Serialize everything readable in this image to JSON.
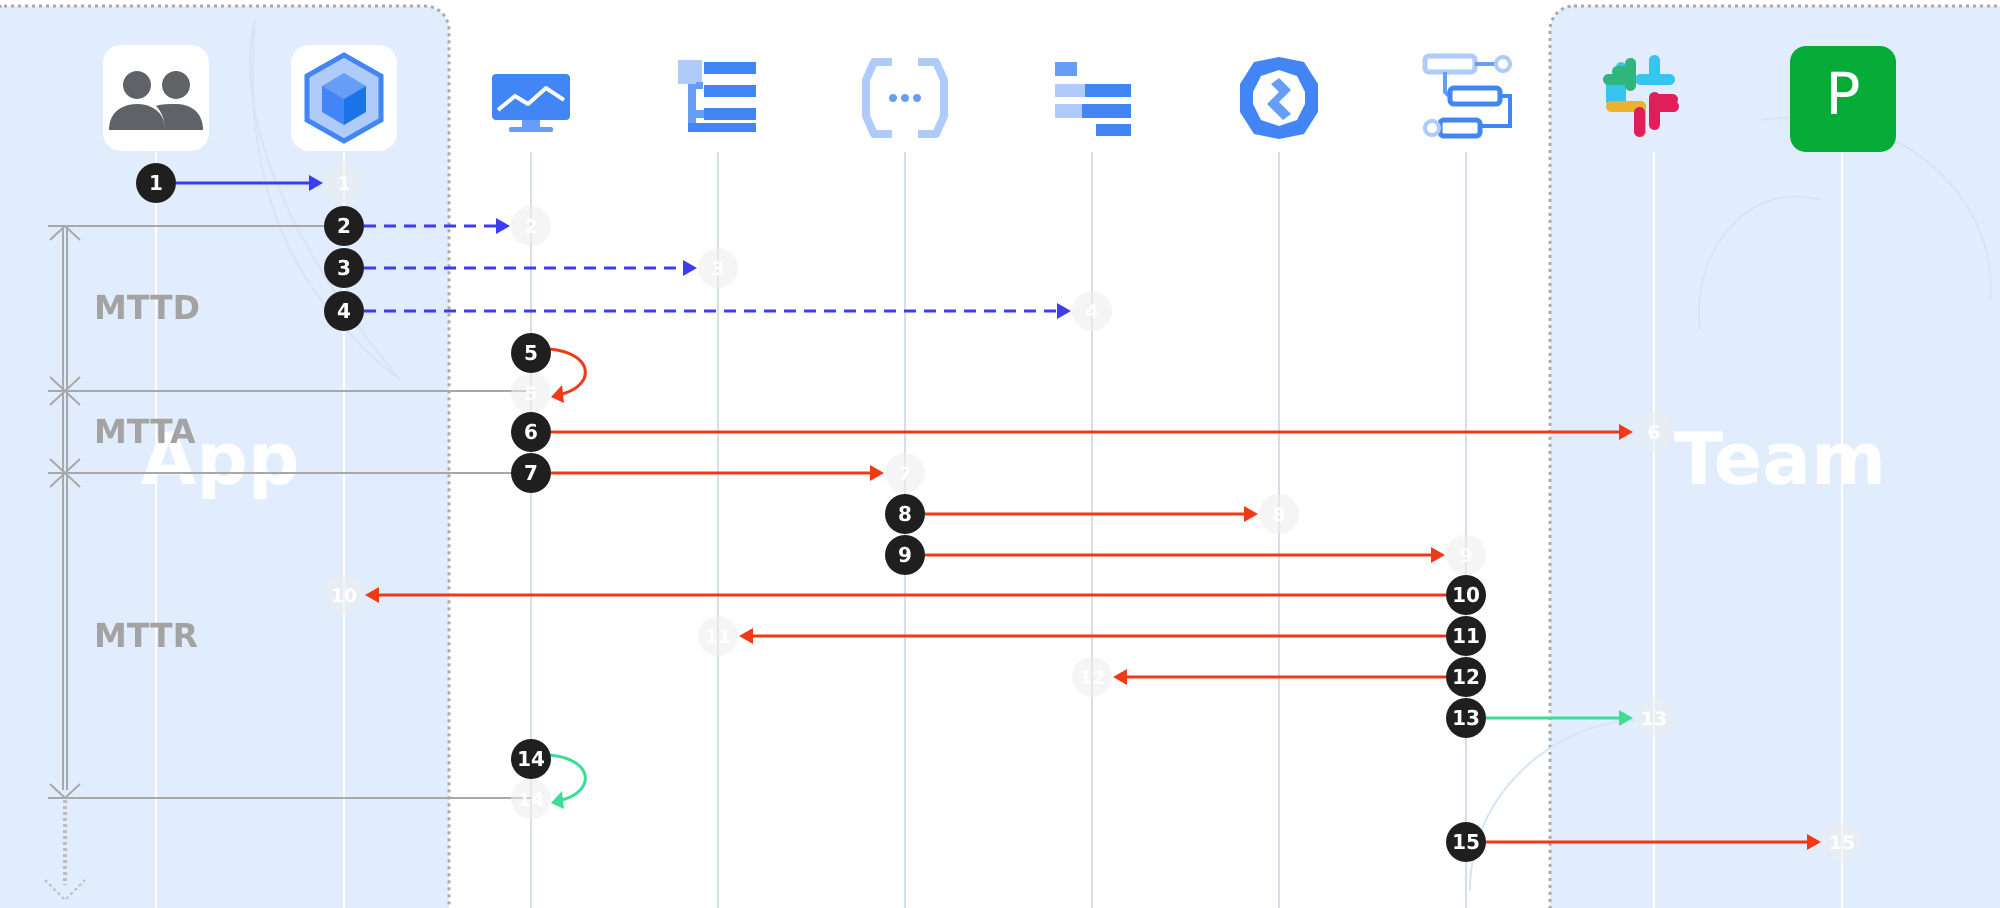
{
  "groups": {
    "app": {
      "label": "App"
    },
    "team": {
      "label": "Team"
    }
  },
  "metrics": [
    {
      "key": "mttd",
      "label": "MTTD"
    },
    {
      "key": "mtta",
      "label": "MTTA"
    },
    {
      "key": "mttr",
      "label": "MTTR"
    }
  ],
  "lanes": [
    {
      "key": "users",
      "icon": "users-icon"
    },
    {
      "key": "app",
      "icon": "app-engine-icon"
    },
    {
      "key": "monitoring",
      "icon": "monitoring-icon"
    },
    {
      "key": "logging",
      "icon": "logging-icon"
    },
    {
      "key": "functions",
      "icon": "cloud-functions-icon"
    },
    {
      "key": "trace",
      "icon": "trace-icon"
    },
    {
      "key": "build",
      "icon": "cloud-build-icon"
    },
    {
      "key": "workflows",
      "icon": "workflows-icon"
    },
    {
      "key": "slack",
      "icon": "slack-icon"
    },
    {
      "key": "pagerduty",
      "icon": "pagerduty-icon"
    }
  ],
  "pagerduty_letter": "P",
  "steps": [
    {
      "n": "1",
      "from": "users",
      "to": "app",
      "style": "solid",
      "color": "#3c3cf0"
    },
    {
      "n": "2",
      "from": "app",
      "to": "monitoring",
      "style": "dashed",
      "color": "#3c3cf0"
    },
    {
      "n": "3",
      "from": "app",
      "to": "logging",
      "style": "dashed",
      "color": "#3c3cf0"
    },
    {
      "n": "4",
      "from": "app",
      "to": "trace",
      "style": "dashed",
      "color": "#3c3cf0"
    },
    {
      "n": "5",
      "from": "monitoring",
      "to": "monitoring",
      "style": "loop",
      "color": "#f03a17"
    },
    {
      "n": "6",
      "from": "monitoring",
      "to": "slack",
      "style": "solid",
      "color": "#f03a17"
    },
    {
      "n": "7",
      "from": "monitoring",
      "to": "functions",
      "style": "solid",
      "color": "#f03a17"
    },
    {
      "n": "8",
      "from": "functions",
      "to": "build",
      "style": "solid",
      "color": "#f03a17"
    },
    {
      "n": "9",
      "from": "functions",
      "to": "workflows",
      "style": "solid",
      "color": "#f03a17"
    },
    {
      "n": "10",
      "from": "workflows",
      "to": "app",
      "style": "solid",
      "color": "#f03a17"
    },
    {
      "n": "11",
      "from": "workflows",
      "to": "logging",
      "style": "solid",
      "color": "#f03a17"
    },
    {
      "n": "12",
      "from": "workflows",
      "to": "trace",
      "style": "solid",
      "color": "#f03a17"
    },
    {
      "n": "13",
      "from": "workflows",
      "to": "slack",
      "style": "solid",
      "color": "#3ddc97"
    },
    {
      "n": "14",
      "from": "monitoring",
      "to": "monitoring",
      "style": "loop",
      "color": "#3ddc97"
    },
    {
      "n": "15",
      "from": "workflows",
      "to": "pagerduty",
      "style": "solid",
      "color": "#f03a17"
    }
  ],
  "colors": {
    "panel": "#e1edfc",
    "panel_border": "#a9a9a9",
    "lifeline": "#d3dfea",
    "badge": "#1f1f1f",
    "ghost_badge": "#ececec",
    "metric_line": "#a8a8a8",
    "blue": "#3c3cf0",
    "red": "#f03a17",
    "green": "#3ddc97"
  }
}
